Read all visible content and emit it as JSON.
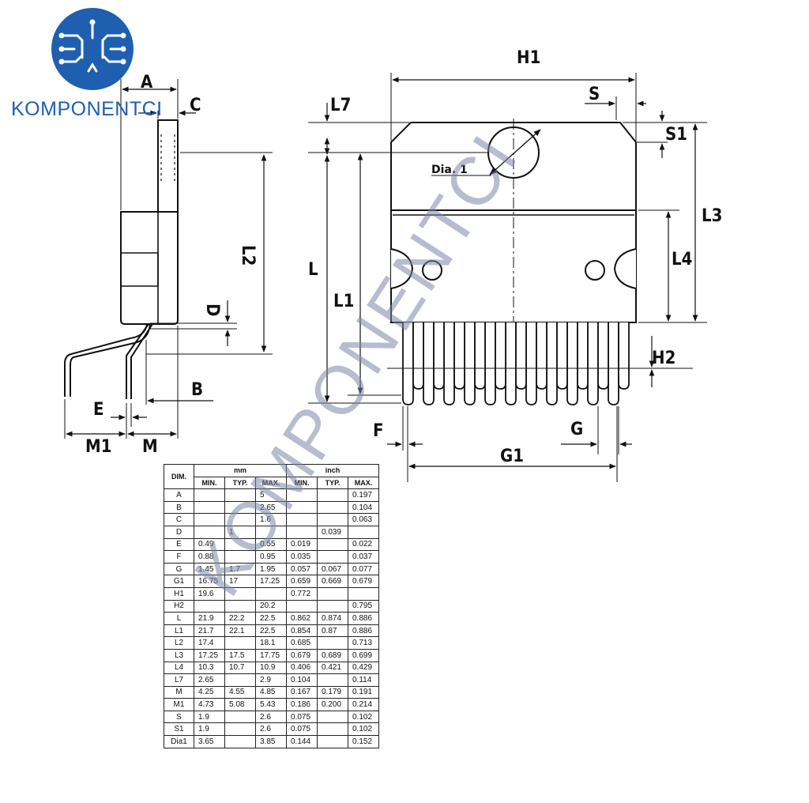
{
  "brand": {
    "name": "KOMPONENTCI",
    "watermark": "KOMPONENTCI"
  },
  "labels": {
    "A": "A",
    "C": "C",
    "D": "D",
    "B": "B",
    "E": "E",
    "M1": "M1",
    "M": "M",
    "L2": "L2",
    "H1": "H1",
    "S": "S",
    "S1": "S1",
    "L7": "L7",
    "L": "L",
    "L1": "L1",
    "L3": "L3",
    "L4": "L4",
    "H2": "H2",
    "F": "F",
    "G": "G",
    "G1": "G1",
    "Dia1": "Dia. 1"
  },
  "table": {
    "header": {
      "dim": "DIM.",
      "mm": "mm",
      "inch": "inch",
      "min": "MIN.",
      "typ": "TYP.",
      "max": "MAX."
    },
    "rows": [
      [
        "A",
        "",
        "",
        "5",
        "",
        "",
        "0.197"
      ],
      [
        "B",
        "",
        "",
        "2.65",
        "",
        "",
        "0.104"
      ],
      [
        "C",
        "",
        "",
        "1.6",
        "",
        "",
        "0.063"
      ],
      [
        "D",
        "",
        "1",
        "",
        "",
        "0.039",
        ""
      ],
      [
        "E",
        "0.49",
        "",
        "0.55",
        "0.019",
        "",
        "0.022"
      ],
      [
        "F",
        "0.88",
        "",
        "0.95",
        "0.035",
        "",
        "0.037"
      ],
      [
        "G",
        "1.45",
        "1.7",
        "1.95",
        "0.057",
        "0.067",
        "0.077"
      ],
      [
        "G1",
        "16.75",
        "17",
        "17.25",
        "0.659",
        "0.669",
        "0.679"
      ],
      [
        "H1",
        "19.6",
        "",
        "",
        "0.772",
        "",
        ""
      ],
      [
        "H2",
        "",
        "",
        "20.2",
        "",
        "",
        "0.795"
      ],
      [
        "L",
        "21.9",
        "22.2",
        "22.5",
        "0.862",
        "0.874",
        "0.886"
      ],
      [
        "L1",
        "21.7",
        "22.1",
        "22.5",
        "0.854",
        "0.87",
        "0.886"
      ],
      [
        "L2",
        "17.4",
        "",
        "18.1",
        "0.685",
        "",
        "0.713"
      ],
      [
        "L3",
        "17.25",
        "17.5",
        "17.75",
        "0.679",
        "0.689",
        "0.699"
      ],
      [
        "L4",
        "10.3",
        "10.7",
        "10.9",
        "0.406",
        "0.421",
        "0.429"
      ],
      [
        "L7",
        "2.65",
        "",
        "2.9",
        "0.104",
        "",
        "0.114"
      ],
      [
        "M",
        "4.25",
        "4.55",
        "4.85",
        "0.167",
        "0.179",
        "0.191"
      ],
      [
        "M1",
        "4.73",
        "5.08",
        "5.43",
        "0.186",
        "0.200",
        "0.214"
      ],
      [
        "S",
        "1.9",
        "",
        "2.6",
        "0.075",
        "",
        "0.102"
      ],
      [
        "S1",
        "1.9",
        "",
        "2.6",
        "0.075",
        "",
        "0.102"
      ],
      [
        "Dia1",
        "3.65",
        "",
        "3.85",
        "0.144",
        "",
        "0.152"
      ]
    ]
  }
}
